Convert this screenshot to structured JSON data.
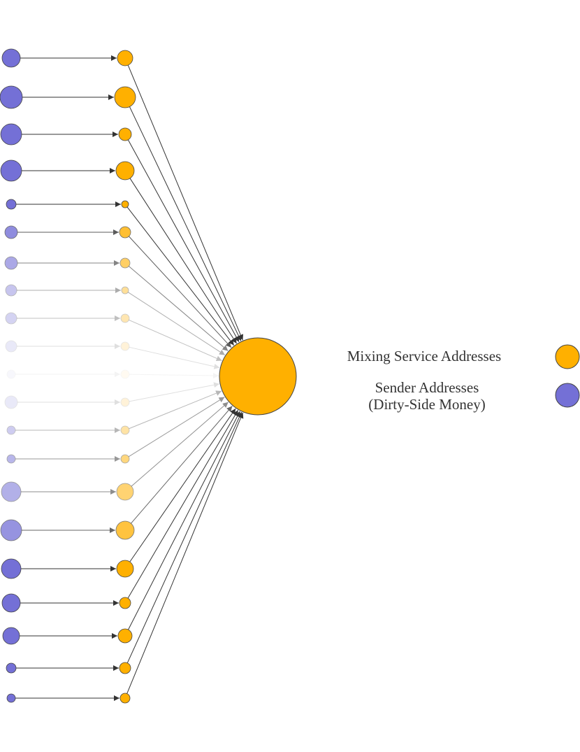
{
  "legend": {
    "mixing_label": "Mixing Service Addresses",
    "sender_label_line1": "Sender Addresses",
    "sender_label_line2": "(Dirty-Side Money)"
  },
  "colors": {
    "mixing": "#FFB000",
    "sender": "#7470D6",
    "edge": "#333333",
    "node_stroke": "#444444"
  },
  "flows": [
    {
      "sender_size": 13,
      "mixer_size": 11,
      "opacity": 1.0
    },
    {
      "sender_size": 16,
      "mixer_size": 15,
      "opacity": 1.0
    },
    {
      "sender_size": 15,
      "mixer_size": 9,
      "opacity": 1.0
    },
    {
      "sender_size": 15,
      "mixer_size": 13,
      "opacity": 1.0
    },
    {
      "sender_size": 7,
      "mixer_size": 5,
      "opacity": 1.0
    },
    {
      "sender_size": 9,
      "mixer_size": 8,
      "opacity": 0.8
    },
    {
      "sender_size": 9,
      "mixer_size": 7,
      "opacity": 0.6
    },
    {
      "sender_size": 8,
      "mixer_size": 5,
      "opacity": 0.4
    },
    {
      "sender_size": 8,
      "mixer_size": 6,
      "opacity": 0.3
    },
    {
      "sender_size": 8,
      "mixer_size": 6,
      "opacity": 0.15
    },
    {
      "sender_size": 6,
      "mixer_size": 6,
      "opacity": 0.05
    },
    {
      "sender_size": 9,
      "mixer_size": 6,
      "opacity": 0.15
    },
    {
      "sender_size": 6,
      "mixer_size": 6,
      "opacity": 0.35
    },
    {
      "sender_size": 6,
      "mixer_size": 6,
      "opacity": 0.5
    },
    {
      "sender_size": 14,
      "mixer_size": 12,
      "opacity": 0.55
    },
    {
      "sender_size": 15,
      "mixer_size": 13,
      "opacity": 0.75
    },
    {
      "sender_size": 14,
      "mixer_size": 12,
      "opacity": 1.0
    },
    {
      "sender_size": 13,
      "mixer_size": 8,
      "opacity": 1.0
    },
    {
      "sender_size": 12,
      "mixer_size": 10,
      "opacity": 1.0
    },
    {
      "sender_size": 7,
      "mixer_size": 8,
      "opacity": 1.0
    },
    {
      "sender_size": 6,
      "mixer_size": 7,
      "opacity": 1.0
    }
  ],
  "hub": {
    "size": 55
  }
}
